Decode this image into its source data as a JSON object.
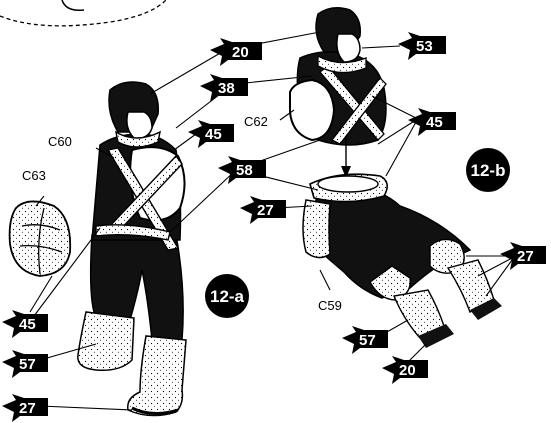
{
  "steps": {
    "a": "12-a",
    "b": "12-b"
  },
  "parts": {
    "c60": "C60",
    "c63": "C63",
    "c62": "C62",
    "c59": "C59"
  },
  "callouts": {
    "n20": "20",
    "n38": "38",
    "n45": "45",
    "n58": "58",
    "n53": "53",
    "n27": "27",
    "n57": "57"
  }
}
